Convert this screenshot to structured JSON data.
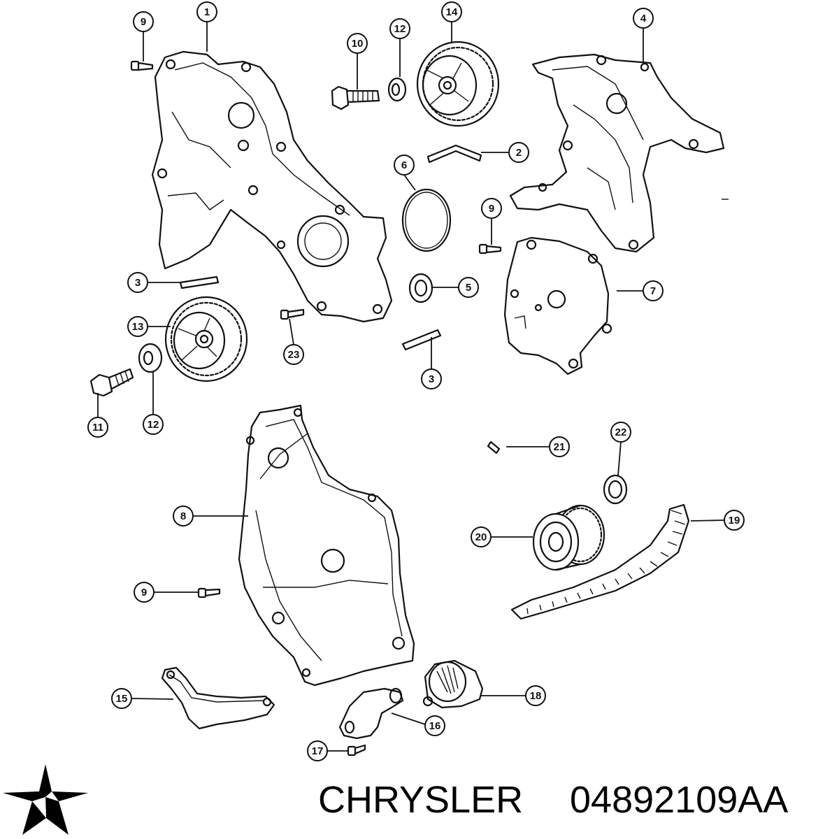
{
  "diagram": {
    "callouts": [
      {
        "id": "c9a",
        "label": "9"
      },
      {
        "id": "c1",
        "label": "1"
      },
      {
        "id": "c10",
        "label": "10"
      },
      {
        "id": "c12a",
        "label": "12"
      },
      {
        "id": "c14",
        "label": "14"
      },
      {
        "id": "c4",
        "label": "4"
      },
      {
        "id": "c2",
        "label": "2"
      },
      {
        "id": "c6",
        "label": "6"
      },
      {
        "id": "c9b",
        "label": "9"
      },
      {
        "id": "c3a",
        "label": "3"
      },
      {
        "id": "c5",
        "label": "5"
      },
      {
        "id": "c7",
        "label": "7"
      },
      {
        "id": "c13",
        "label": "13"
      },
      {
        "id": "c23",
        "label": "23"
      },
      {
        "id": "c3b",
        "label": "3"
      },
      {
        "id": "c11",
        "label": "11"
      },
      {
        "id": "c12b",
        "label": "12"
      },
      {
        "id": "c22",
        "label": "22"
      },
      {
        "id": "c21",
        "label": "21"
      },
      {
        "id": "c8",
        "label": "8"
      },
      {
        "id": "c19",
        "label": "19"
      },
      {
        "id": "c20",
        "label": "20"
      },
      {
        "id": "c9c",
        "label": "9"
      },
      {
        "id": "c18",
        "label": "18"
      },
      {
        "id": "c15",
        "label": "15"
      },
      {
        "id": "c16",
        "label": "16"
      },
      {
        "id": "c17",
        "label": "17"
      }
    ]
  },
  "footer": {
    "brand": "CHRYSLER",
    "part_number": "04892109AA",
    "logo_icon": "chrysler-pentastar-icon"
  }
}
